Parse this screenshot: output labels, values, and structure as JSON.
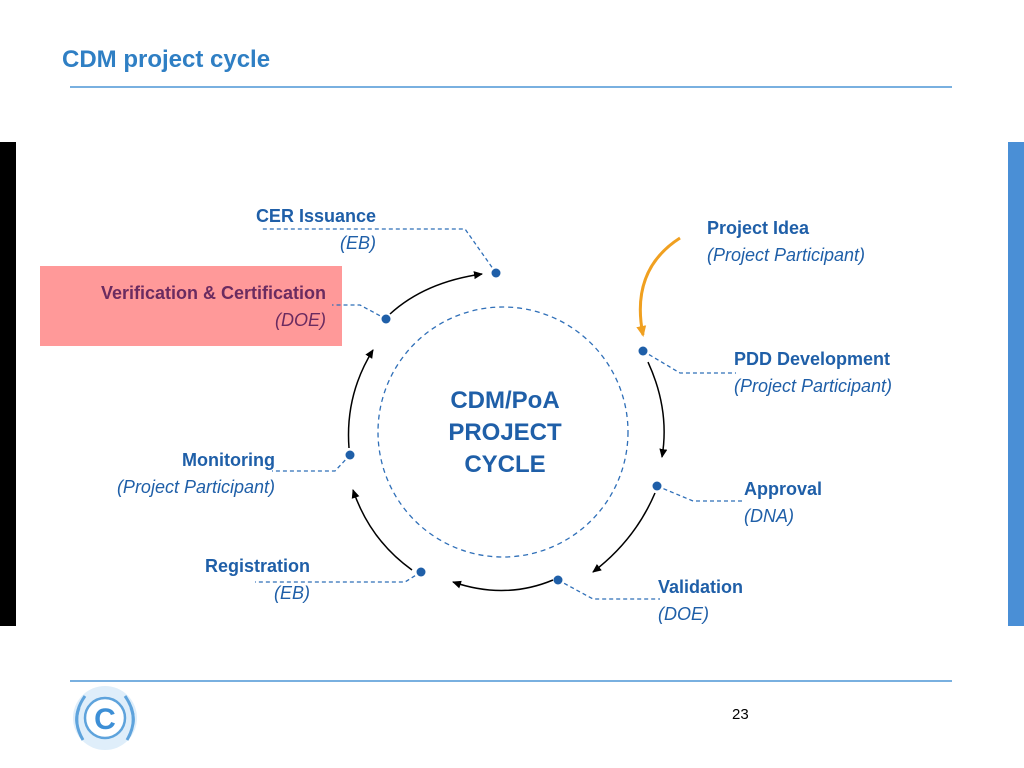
{
  "slide": {
    "title": "CDM project cycle",
    "page_number": "23",
    "center_text": [
      "CDM/PoA",
      "PROJECT",
      "CYCLE"
    ]
  },
  "steps": [
    {
      "id": "project-idea",
      "name": "Project Idea",
      "actor": "(Project Participant)"
    },
    {
      "id": "pdd-development",
      "name": "PDD Development",
      "actor": "(Project Participant)"
    },
    {
      "id": "approval",
      "name": "Approval",
      "actor": "(DNA)"
    },
    {
      "id": "validation",
      "name": "Validation",
      "actor": "(DOE)"
    },
    {
      "id": "registration",
      "name": "Registration",
      "actor": "(EB)"
    },
    {
      "id": "monitoring",
      "name": "Monitoring",
      "actor": "(Project Participant)"
    },
    {
      "id": "verification-certification",
      "name": "Verification & Certification",
      "actor": "(DOE)",
      "highlighted": true
    },
    {
      "id": "cer-issuance",
      "name": "CER Issuance",
      "actor": "(EB)"
    }
  ],
  "colors": {
    "title": "#2f7fc4",
    "label": "#1f5fa8",
    "highlight_fill": "#ff9999",
    "highlight_text": "#6b2b60",
    "entry_arrow": "#f0a020",
    "left_bar": "#000000",
    "right_bar": "#4a8fd6"
  },
  "logo": {
    "icon": "unfccc-logo",
    "text": "C"
  }
}
